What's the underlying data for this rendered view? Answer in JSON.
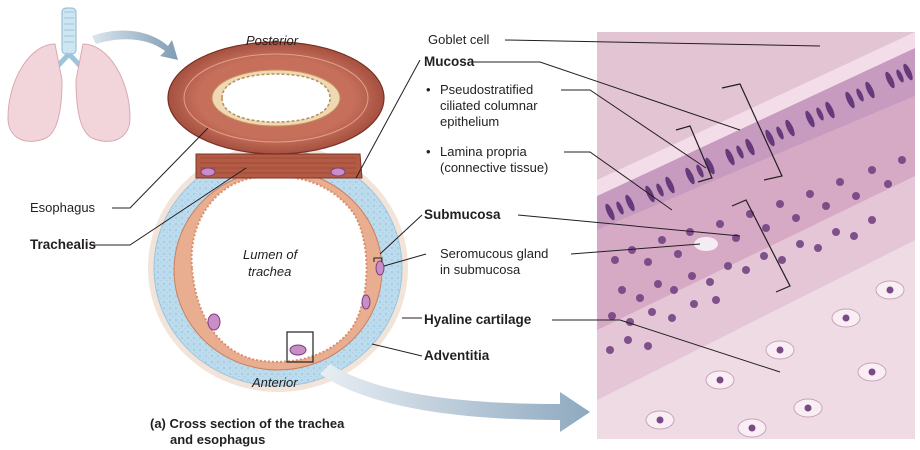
{
  "figure": {
    "orientation_top": "Posterior",
    "orientation_bottom": "Anterior",
    "lumen_line1": "Lumen of",
    "lumen_line2": "trachea",
    "caption_line1": "(a) Cross section of the trachea",
    "caption_line2": "and esophagus"
  },
  "left_labels": {
    "esophagus": "Esophagus",
    "trachealis": "Trachealis"
  },
  "right_labels": {
    "goblet_cell": "Goblet cell",
    "mucosa": "Mucosa",
    "pseudo_line1": "Pseudostratified",
    "pseudo_line2": "ciliated columnar",
    "pseudo_line3": "epithelium",
    "lamina_line1": "Lamina propria",
    "lamina_line2": "(connective tissue)",
    "submucosa": "Submucosa",
    "gland_line1": "Seromucous gland",
    "gland_line2": "in submucosa",
    "hyaline": "Hyaline cartilage",
    "adventitia": "Adventitia"
  },
  "bullet_char": "•",
  "colors": {
    "muscle": "#a8503f",
    "cartilage": "#b9d9ec",
    "mucosa": "#e9ad90",
    "lumen": "#ffffff",
    "lung": "#f3d8dc",
    "trachea_tube": "#cde6f2",
    "arrow": "#b8cbd9",
    "histo_bg": "#e6c3d2",
    "histo_nuclei": "#6a3a78"
  }
}
